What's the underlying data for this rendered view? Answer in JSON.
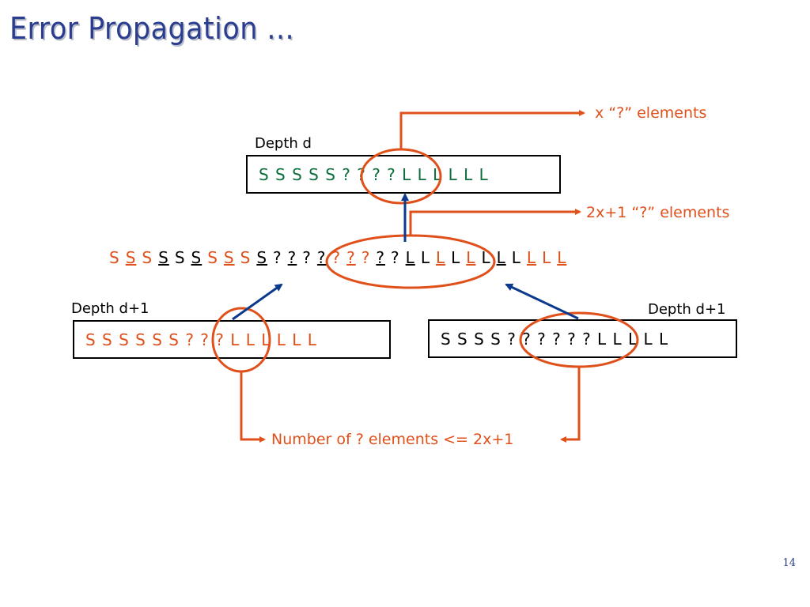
{
  "slide": {
    "title": "Error Propagation ...",
    "page_number": "14"
  },
  "labels": {
    "depth_top": "Depth d",
    "depth_left": "Depth d+1",
    "depth_right": "Depth d+1"
  },
  "notes": {
    "x_elements": "x “?” elements",
    "two_x_plus_one": "2x+1 “?” elements",
    "number_bound": "Number of ? elements <= 2x+1"
  },
  "sequences": {
    "top": "S S S S S ? ? ? ? L L L L L L",
    "left": "S S S S S S ? ? ? L L L L L L",
    "right": "S S S S ? ? ? ? ? ? L L L L L",
    "middle": [
      {
        "t": "S",
        "c": "red",
        "u": false
      },
      {
        "t": "S",
        "c": "red",
        "u": true
      },
      {
        "t": "S",
        "c": "red",
        "u": false
      },
      {
        "t": "S",
        "c": "black",
        "u": true
      },
      {
        "t": "S",
        "c": "black",
        "u": false
      },
      {
        "t": "S",
        "c": "black",
        "u": true
      },
      {
        "t": "S",
        "c": "red",
        "u": false
      },
      {
        "t": "S",
        "c": "red",
        "u": true
      },
      {
        "t": "S",
        "c": "red",
        "u": false
      },
      {
        "t": "S",
        "c": "black",
        "u": true
      },
      {
        "t": "?",
        "c": "black",
        "u": false
      },
      {
        "t": "?",
        "c": "black",
        "u": true
      },
      {
        "t": "?",
        "c": "black",
        "u": false
      },
      {
        "t": "?",
        "c": "black",
        "u": true
      },
      {
        "t": "?",
        "c": "red",
        "u": false
      },
      {
        "t": "?",
        "c": "red",
        "u": true
      },
      {
        "t": "?",
        "c": "red",
        "u": false
      },
      {
        "t": "?",
        "c": "black",
        "u": true
      },
      {
        "t": "?",
        "c": "black",
        "u": false
      },
      {
        "t": "L",
        "c": "black",
        "u": true
      },
      {
        "t": "L",
        "c": "black",
        "u": false
      },
      {
        "t": "L",
        "c": "red",
        "u": true
      },
      {
        "t": "L",
        "c": "black",
        "u": false
      },
      {
        "t": "L",
        "c": "red",
        "u": true
      },
      {
        "t": "L",
        "c": "black",
        "u": false
      },
      {
        "t": "L",
        "c": "black",
        "u": true
      },
      {
        "t": "L",
        "c": "black",
        "u": false
      },
      {
        "t": "L",
        "c": "red",
        "u": true
      },
      {
        "t": "L",
        "c": "red",
        "u": false
      },
      {
        "t": "L",
        "c": "red",
        "u": true
      }
    ]
  },
  "colors": {
    "title": "#2a3d8f",
    "accent": "#e0501b",
    "green_text": "#0b6e3c",
    "arrow_blue": "#0b3a8c"
  }
}
